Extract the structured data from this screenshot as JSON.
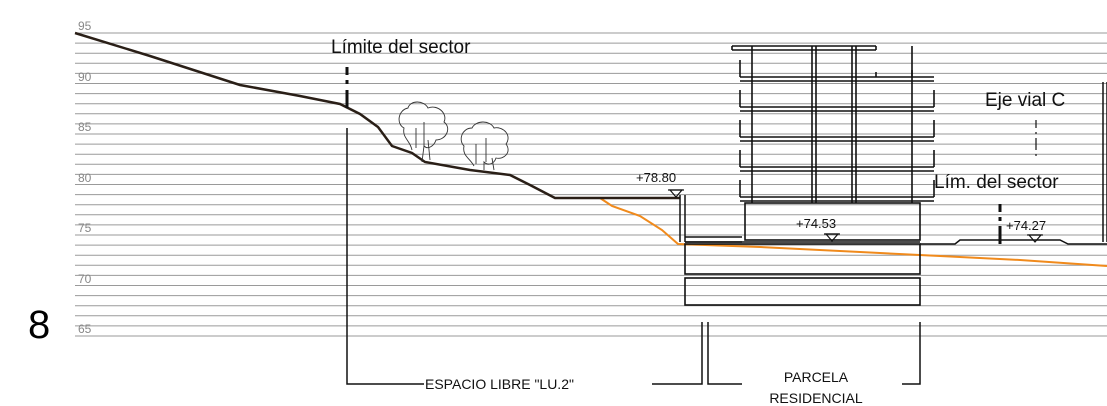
{
  "section_number": "8",
  "elevation_scale": [
    "95",
    "90",
    "85",
    "80",
    "75",
    "70",
    "65"
  ],
  "labels": {
    "limit_sector": "Límite del sector",
    "axis_road": "Eje vial C",
    "limit_sector_short": "Lím. del sector",
    "level_1": "+78.80",
    "level_2": "+74.53",
    "level_3": "+74.27",
    "zone_open_space": "ESPACIO LIBRE \"LU.2\"",
    "zone_plot_line1": "PARCELA",
    "zone_plot_line2": "RESIDENCIAL"
  },
  "colors": {
    "terrain": "#2a1f17",
    "original_terrain": "#f08a1c",
    "grid": "#9a9a9a",
    "ink": "#111111"
  }
}
